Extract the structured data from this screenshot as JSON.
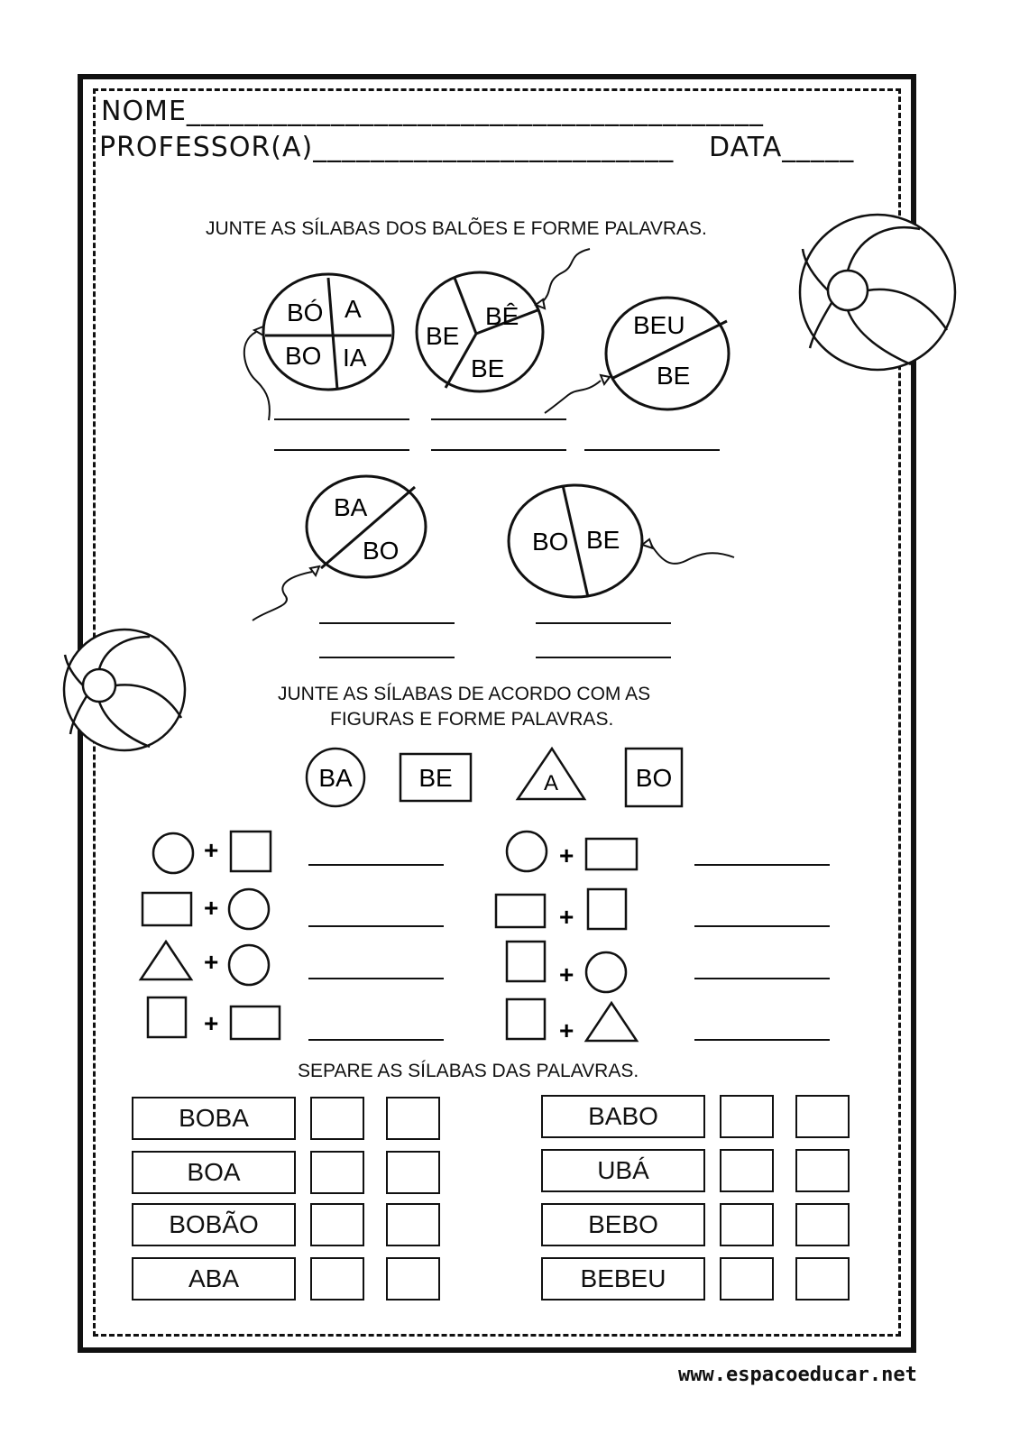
{
  "header": {
    "name_label": "NOME",
    "name_line": "________________________________________",
    "teacher_label": "PROFESSOR(A)",
    "teacher_line": "_________________________",
    "date_label": "DATA",
    "date_line": "_____"
  },
  "section1": {
    "title": "JUNTE AS SÍLABAS DOS BALÕES E FORME PALAVRAS.",
    "balloon1": [
      "BÓ",
      "A",
      "BO",
      "IA"
    ],
    "balloon2": [
      "BÊ",
      "BE",
      "BE"
    ],
    "balloon3": [
      "BEU",
      "BE"
    ],
    "balloon4": [
      "BA",
      "BO"
    ],
    "balloon5": [
      "BO",
      "BE"
    ]
  },
  "section2": {
    "title_line1": "JUNTE AS SÍLABAS DE ACORDO COM AS",
    "title_line2": "FIGURAS E FORME PALAVRAS.",
    "key": {
      "circle": "BA",
      "rect": "BE",
      "triangle": "A",
      "square": "BO"
    },
    "plus": "+"
  },
  "section3": {
    "title": "SEPARE AS SÍLABAS DAS PALAVRAS.",
    "left_words": [
      "BOBA",
      "BOA",
      "BOBÃO",
      "ABA"
    ],
    "right_words": [
      "BABO",
      "UBÁ",
      "BEBO",
      "BEBEU"
    ]
  },
  "footer": {
    "website": "www.espacoeducar.net"
  }
}
